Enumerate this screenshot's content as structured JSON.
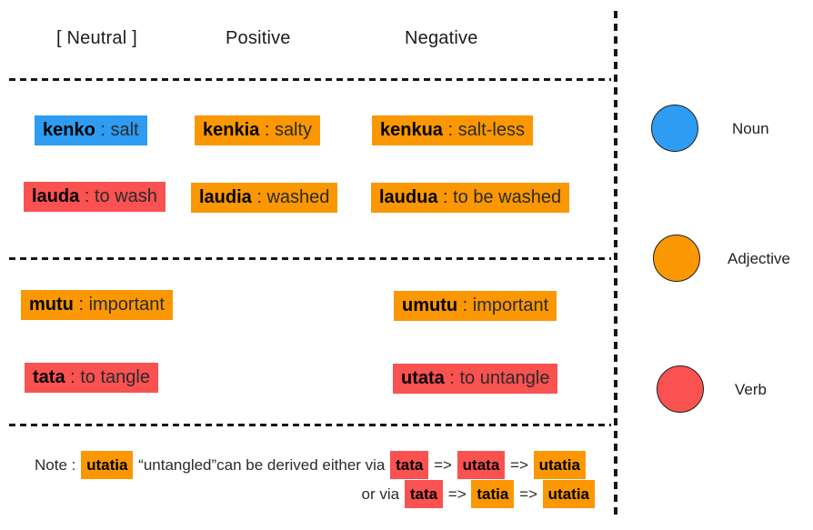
{
  "colors": {
    "noun": "#2D9CF2",
    "adjective": "#FB9702",
    "verb": "#FA5151"
  },
  "separator": " : ",
  "header": {
    "neutral": "[ Neutral ]",
    "positive": "Positive",
    "negative": "Negative"
  },
  "entries": {
    "kenko": {
      "word": "kenko",
      "def": "salt",
      "type": "noun",
      "column": "neutral"
    },
    "kenkia": {
      "word": "kenkia",
      "def": "salty",
      "type": "adjective",
      "column": "positive"
    },
    "kenkua": {
      "word": "kenkua",
      "def": "salt-less",
      "type": "adjective",
      "column": "negative"
    },
    "lauda": {
      "word": "lauda",
      "def": "to wash",
      "type": "verb",
      "column": "neutral"
    },
    "laudia": {
      "word": "laudia",
      "def": "washed",
      "type": "adjective",
      "column": "positive"
    },
    "laudua": {
      "word": "laudua",
      "def": "to be washed",
      "type": "adjective",
      "column": "negative"
    },
    "mutu": {
      "word": "mutu",
      "def": "important",
      "type": "adjective",
      "column": "neutral"
    },
    "umutu": {
      "word": "umutu",
      "def": "important",
      "type": "adjective",
      "column": "negative"
    },
    "tata": {
      "word": "tata",
      "def": "to tangle",
      "type": "verb",
      "column": "neutral"
    },
    "utata": {
      "word": "utata",
      "def": "to untangle",
      "type": "verb",
      "column": "negative"
    }
  },
  "legend": {
    "items": [
      {
        "label": "Noun",
        "type": "noun"
      },
      {
        "label": "Adjective",
        "type": "adjective"
      },
      {
        "label": "Verb",
        "type": "verb"
      }
    ]
  },
  "note": {
    "line1": [
      {
        "text": "Note : "
      },
      {
        "chip": "utatia",
        "type": "adjective"
      },
      {
        "text": " “untangled”can be derived either via "
      },
      {
        "chip": "tata",
        "type": "verb"
      },
      {
        "text": " => "
      },
      {
        "chip": "utata",
        "type": "verb"
      },
      {
        "text": " => "
      },
      {
        "chip": "utatia",
        "type": "adjective"
      }
    ],
    "line2": [
      {
        "text": "or via "
      },
      {
        "chip": "tata",
        "type": "verb"
      },
      {
        "text": " => "
      },
      {
        "chip": "tatia",
        "type": "adjective"
      },
      {
        "text": " => "
      },
      {
        "chip": "utatia",
        "type": "adjective"
      }
    ]
  }
}
